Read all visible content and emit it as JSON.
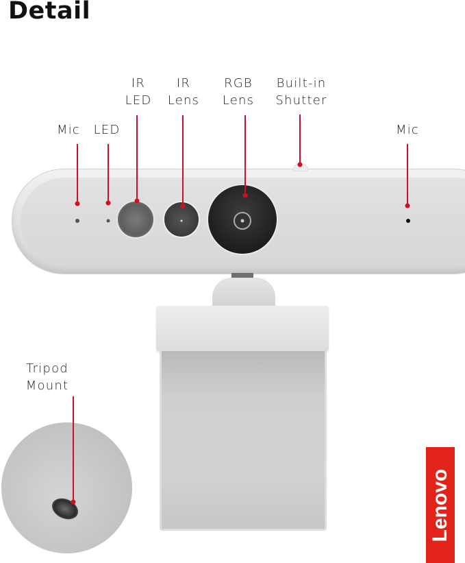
{
  "title": "Detail",
  "accent_color": "#c8102e",
  "brand": {
    "name": "Lenovo",
    "color": "#e2231a"
  },
  "callouts": [
    {
      "id": "mic-left",
      "label_lines": [
        "Mic"
      ]
    },
    {
      "id": "led",
      "label_lines": [
        "LED"
      ]
    },
    {
      "id": "ir-led",
      "label_lines": [
        "IR",
        "LED"
      ]
    },
    {
      "id": "ir-lens",
      "label_lines": [
        "IR",
        "Lens"
      ]
    },
    {
      "id": "rgb-lens",
      "label_lines": [
        "RGB",
        "Lens"
      ]
    },
    {
      "id": "shutter",
      "label_lines": [
        "Built-in",
        "Shutter"
      ]
    },
    {
      "id": "mic-right",
      "label_lines": [
        "Mic"
      ]
    },
    {
      "id": "tripod",
      "label_lines": [
        "Tripod",
        "Mount"
      ]
    }
  ]
}
